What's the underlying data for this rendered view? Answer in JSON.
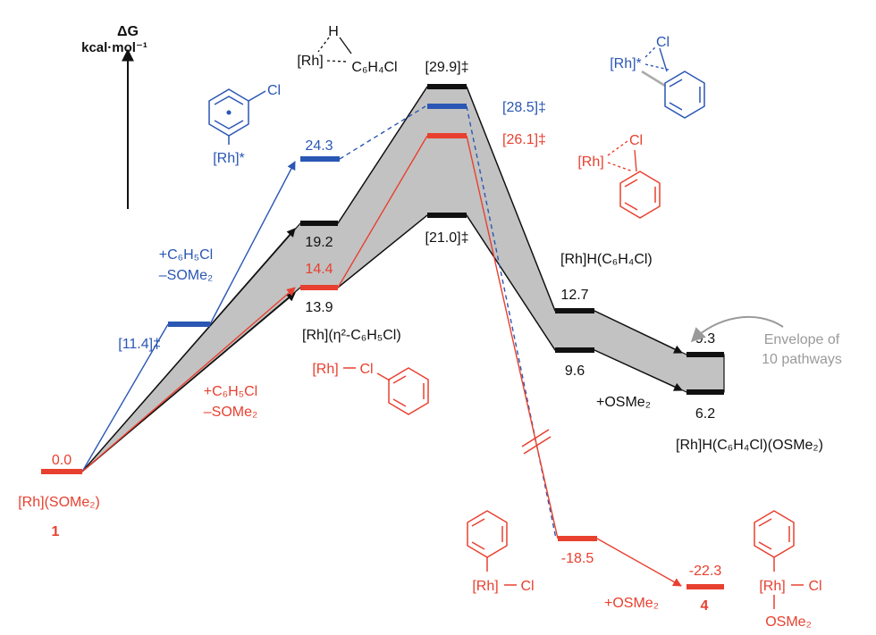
{
  "colors": {
    "black": "#111111",
    "blue": "#2a56b4",
    "red": "#e8402f",
    "envelope": "#c2c2c2",
    "arrow_gray": "#9a9a9a"
  },
  "axis": {
    "line1": "ΔG",
    "line2": "kcal·mol⁻¹"
  },
  "energies": {
    "e_start": "0.0",
    "e_blue_ts1": "[11.4]‡",
    "e_blue_int": "24.3",
    "e_ts_top": "[29.9]‡",
    "e_ts_blue": "[28.5]‡",
    "e_ts_red": "[26.1]‡",
    "e_ts_low": "[21.0]‡",
    "e_int_high": "19.2",
    "e_int_red": "14.4",
    "e_int_low": "13.9",
    "e_hyd_high": "12.7",
    "e_hyd_low": "9.6",
    "e_final_high": "9.3",
    "e_final_low": "6.2",
    "e_red_int": "-18.5",
    "e_red_final": "-22.3"
  },
  "labels": {
    "start_name": "[Rh](SOMe₂)",
    "start_num": "1",
    "blue_step_1": "+C₆H₅Cl",
    "blue_step_2": "–SOMe₂",
    "red_step_1": "+C₆H₅Cl",
    "red_step_2": "–SOMe₂",
    "eta_complex": "[Rh](η²-C₆H₅Cl)",
    "hydride": "[Rh]H(C₆H₄Cl)",
    "add_osme": "+OSMe₂",
    "final_name": "[Rh]H(C₆H₄Cl)(OSMe₂)",
    "envelope_1": "Envelope of",
    "envelope_2": "10 pathways",
    "red_add_osme": "+OSMe₂",
    "red_final_num": "4"
  },
  "structures": {
    "ts_h_H": "H",
    "ts_h_rh": "[Rh]",
    "ts_h_aryl": "C₆H₄Cl",
    "blue_radical_cl": "Cl",
    "blue_radical_rh": "[Rh]*",
    "blue_ts_rh": "[Rh]*",
    "blue_ts_cl": "Cl",
    "red_ts_rh": "[Rh]",
    "red_ts_cl": "Cl",
    "sigma_rh": "[Rh]",
    "sigma_cl": "Cl",
    "prod_rh": "[Rh]",
    "prod_cl": "Cl",
    "final_rh": "[Rh]",
    "final_cl": "Cl",
    "final_osme": "OSMe₂"
  }
}
